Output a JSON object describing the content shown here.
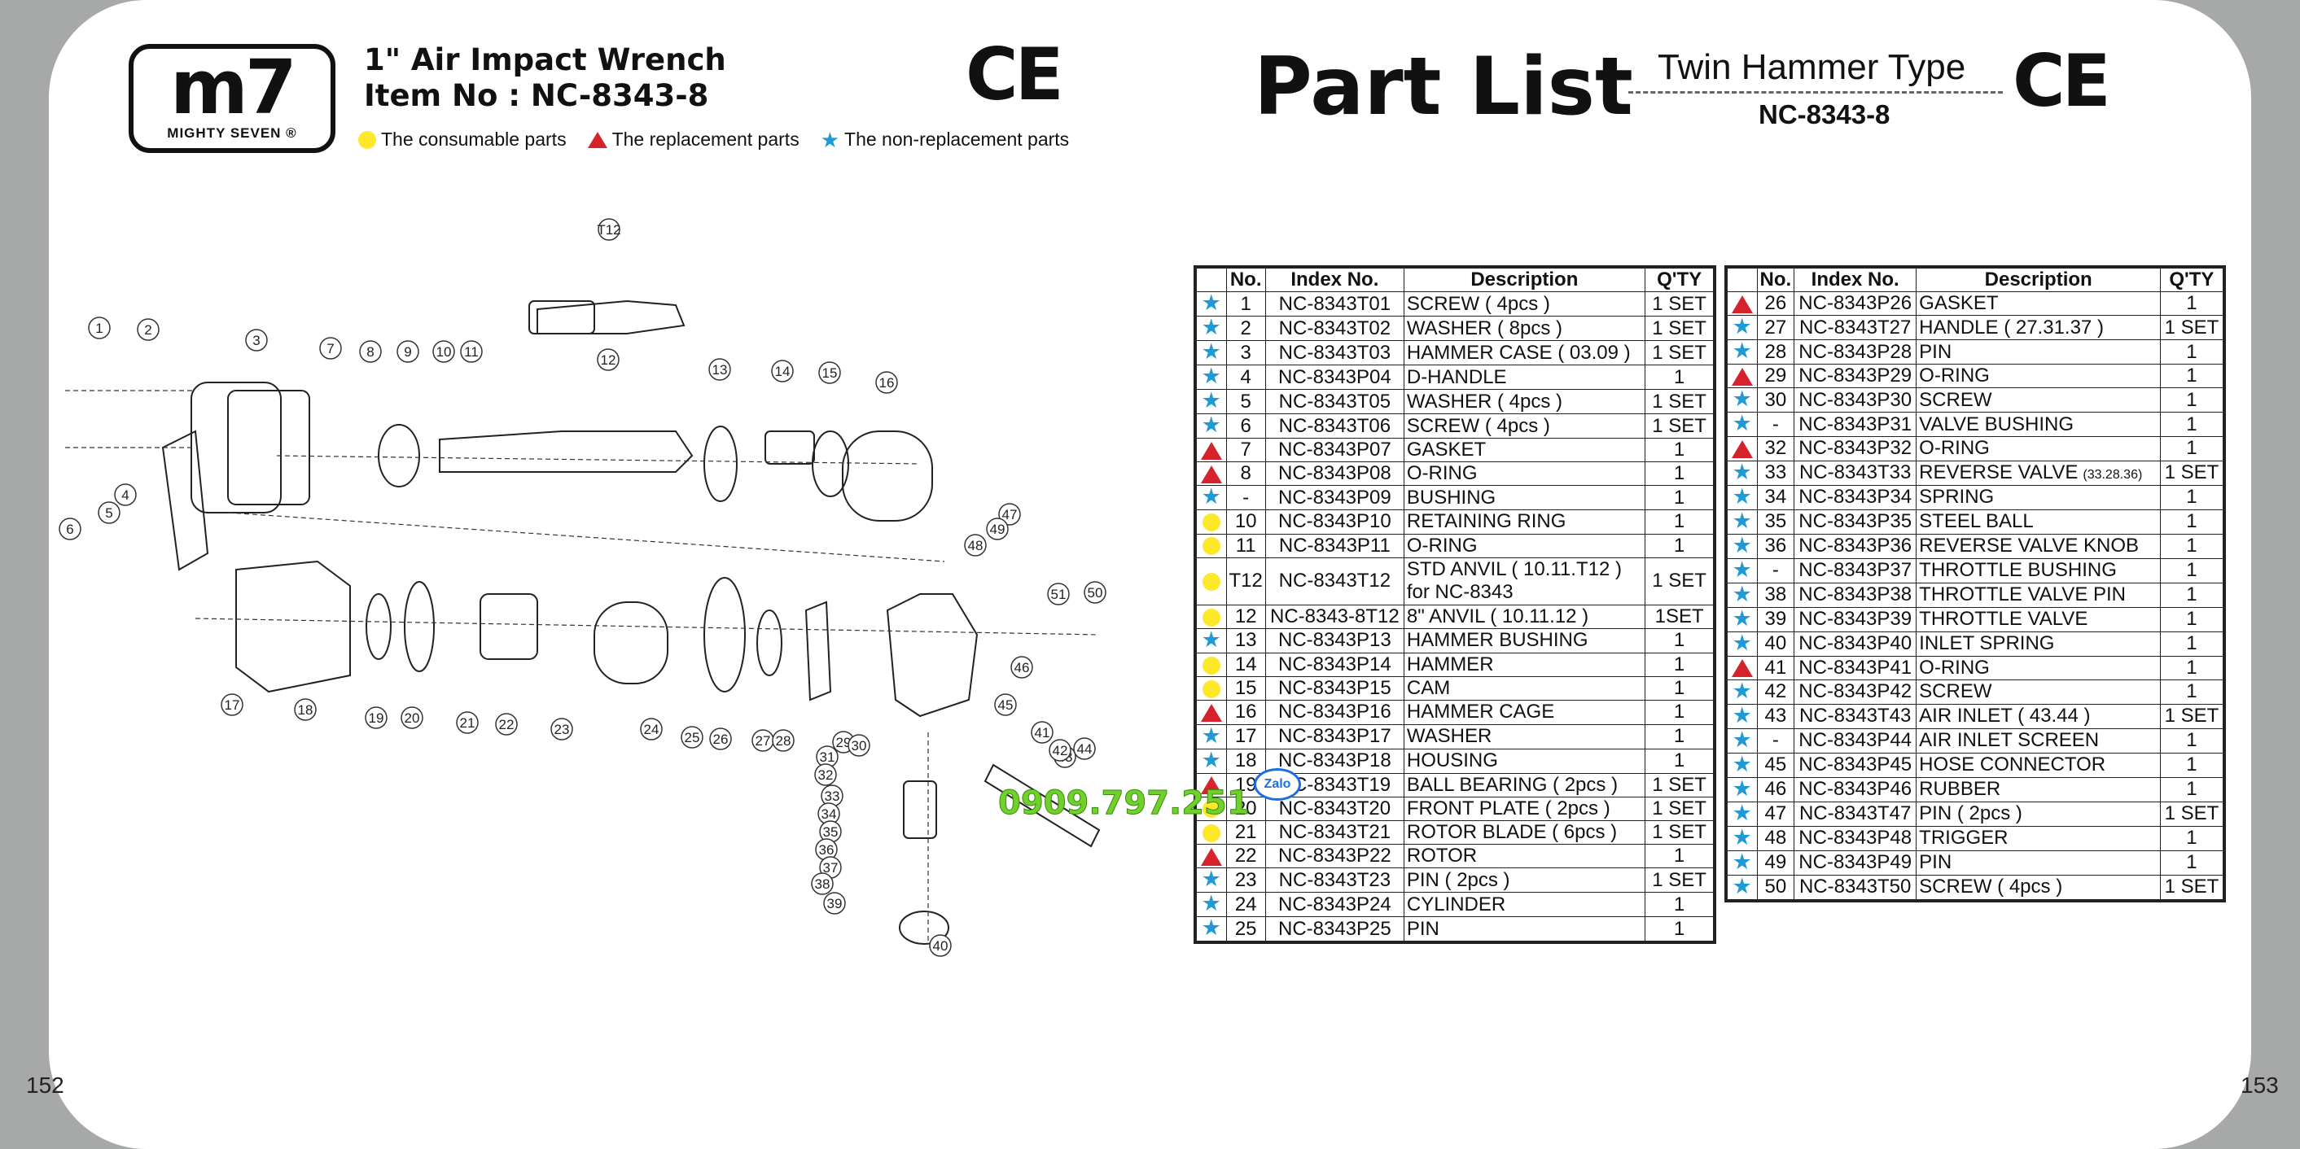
{
  "page_numbers": {
    "left": "152",
    "right": "153"
  },
  "header": {
    "logo_main": "m7",
    "logo_sub": "MIGHTY SEVEN ®",
    "product_title": "1\" Air Impact Wrench",
    "item_no": "Item No : NC-8343-8",
    "ce_mark": "CE"
  },
  "legend": {
    "consumable": "The consumable parts",
    "replacement": "The replacement parts",
    "non_replacement": "The non-replacement parts",
    "colors": {
      "consumable": "#fde829",
      "replacement": "#d6222b",
      "non_replacement": "#1f9ad7"
    }
  },
  "part_list": {
    "title": "Part List",
    "type_title": "Twin Hammer Type",
    "model": "NC-8343-8",
    "ce_mark": "CE"
  },
  "table_headers": {
    "no": "No.",
    "index": "Index No.",
    "description": "Description",
    "qty": "Q'TY"
  },
  "diagram_labels": [
    "T12",
    "1",
    "2",
    "3",
    "7",
    "8",
    "9",
    "10",
    "11",
    "12",
    "13",
    "14",
    "15",
    "16",
    "4",
    "5",
    "6",
    "47",
    "48",
    "49",
    "50",
    "51",
    "46",
    "45",
    "44",
    "43",
    "41",
    "42",
    "17",
    "18",
    "19",
    "20",
    "21",
    "22",
    "23",
    "24",
    "25",
    "26",
    "27",
    "28",
    "29",
    "30",
    "31",
    "32",
    "33",
    "34",
    "35",
    "36",
    "37",
    "38",
    "39",
    "40"
  ],
  "parts_left": [
    {
      "mark": "blue",
      "no": "1",
      "index": "NC-8343T01",
      "desc": "SCREW ( 4pcs )",
      "qty": "1 SET"
    },
    {
      "mark": "blue",
      "no": "2",
      "index": "NC-8343T02",
      "desc": "WASHER ( 8pcs )",
      "qty": "1 SET"
    },
    {
      "mark": "blue",
      "no": "3",
      "index": "NC-8343T03",
      "desc": "HAMMER CASE ( 03.09 )",
      "qty": "1 SET"
    },
    {
      "mark": "blue",
      "no": "4",
      "index": "NC-8343P04",
      "desc": "D-HANDLE",
      "qty": "1"
    },
    {
      "mark": "blue",
      "no": "5",
      "index": "NC-8343T05",
      "desc": "WASHER ( 4pcs )",
      "qty": "1 SET"
    },
    {
      "mark": "blue",
      "no": "6",
      "index": "NC-8343T06",
      "desc": "SCREW ( 4pcs )",
      "qty": "1 SET"
    },
    {
      "mark": "red",
      "no": "7",
      "index": "NC-8343P07",
      "desc": "GASKET",
      "qty": "1"
    },
    {
      "mark": "red",
      "no": "8",
      "index": "NC-8343P08",
      "desc": "O-RING",
      "qty": "1"
    },
    {
      "mark": "blue",
      "no": "-",
      "index": "NC-8343P09",
      "desc": "BUSHING",
      "qty": "1"
    },
    {
      "mark": "yellow",
      "no": "10",
      "index": "NC-8343P10",
      "desc": "RETAINING RING",
      "qty": "1"
    },
    {
      "mark": "yellow",
      "no": "11",
      "index": "NC-8343P11",
      "desc": "O-RING",
      "qty": "1"
    },
    {
      "mark": "yellow",
      "no": "T12",
      "index": "NC-8343T12",
      "desc": "STD ANVIL ( 10.11.T12 )",
      "desc2": "for NC-8343",
      "qty": "1 SET",
      "tall": true
    },
    {
      "mark": "yellow",
      "no": "12",
      "index": "NC-8343-8T12",
      "desc": "8\" ANVIL ( 10.11.12 )",
      "qty": "1SET"
    },
    {
      "mark": "blue",
      "no": "13",
      "index": "NC-8343P13",
      "desc": "HAMMER BUSHING",
      "qty": "1"
    },
    {
      "mark": "yellow",
      "no": "14",
      "index": "NC-8343P14",
      "desc": "HAMMER",
      "qty": "1"
    },
    {
      "mark": "yellow",
      "no": "15",
      "index": "NC-8343P15",
      "desc": "CAM",
      "qty": "1"
    },
    {
      "mark": "red",
      "no": "16",
      "index": "NC-8343P16",
      "desc": "HAMMER CAGE",
      "qty": "1"
    },
    {
      "mark": "blue",
      "no": "17",
      "index": "NC-8343P17",
      "desc": "WASHER",
      "qty": "1"
    },
    {
      "mark": "blue",
      "no": "18",
      "index": "NC-8343P18",
      "desc": "HOUSING",
      "qty": "1"
    },
    {
      "mark": "red",
      "no": "19",
      "index": "NC-8343T19",
      "desc": "BALL BEARING ( 2pcs )",
      "qty": "1 SET"
    },
    {
      "mark": "yellow",
      "no": "20",
      "index": "NC-8343T20",
      "desc": "FRONT  PLATE ( 2pcs )",
      "qty": "1 SET"
    },
    {
      "mark": "yellow",
      "no": "21",
      "index": "NC-8343T21",
      "desc": "ROTOR  BLADE ( 6pcs )",
      "qty": "1 SET"
    },
    {
      "mark": "red",
      "no": "22",
      "index": "NC-8343P22",
      "desc": "ROTOR",
      "qty": "1"
    },
    {
      "mark": "blue",
      "no": "23",
      "index": "NC-8343T23",
      "desc": "PIN ( 2pcs )",
      "qty": "1 SET"
    },
    {
      "mark": "blue",
      "no": "24",
      "index": "NC-8343P24",
      "desc": "CYLINDER",
      "qty": "1"
    },
    {
      "mark": "blue",
      "no": "25",
      "index": "NC-8343P25",
      "desc": "PIN",
      "qty": "1"
    }
  ],
  "parts_right": [
    {
      "mark": "red",
      "no": "26",
      "index": "NC-8343P26",
      "desc": "GASKET",
      "qty": "1"
    },
    {
      "mark": "blue",
      "no": "27",
      "index": "NC-8343T27",
      "desc": "HANDLE ( 27.31.37 )",
      "qty": "1 SET"
    },
    {
      "mark": "blue",
      "no": "28",
      "index": "NC-8343P28",
      "desc": "PIN",
      "qty": "1"
    },
    {
      "mark": "red",
      "no": "29",
      "index": "NC-8343P29",
      "desc": "O-RING",
      "qty": "1"
    },
    {
      "mark": "blue",
      "no": "30",
      "index": "NC-8343P30",
      "desc": "SCREW",
      "qty": "1"
    },
    {
      "mark": "blue",
      "no": "-",
      "index": "NC-8343P31",
      "desc": "VALVE BUSHING",
      "qty": "1"
    },
    {
      "mark": "red",
      "no": "32",
      "index": "NC-8343P32",
      "desc": "O-RING",
      "qty": "1"
    },
    {
      "mark": "blue",
      "no": "33",
      "index": "NC-8343T33",
      "desc": "REVERSE  VALVE",
      "desc_small": "(33.28.36)",
      "qty": "1 SET"
    },
    {
      "mark": "blue",
      "no": "34",
      "index": "NC-8343P34",
      "desc": "SPRING",
      "qty": "1"
    },
    {
      "mark": "blue",
      "no": "35",
      "index": "NC-8343P35",
      "desc": "STEEL BALL",
      "qty": "1"
    },
    {
      "mark": "blue",
      "no": "36",
      "index": "NC-8343P36",
      "desc": "REVERSE  VALVE KNOB",
      "qty": "1"
    },
    {
      "mark": "blue",
      "no": "-",
      "index": "NC-8343P37",
      "desc": "THROTTLE BUSHING",
      "qty": "1"
    },
    {
      "mark": "blue",
      "no": "38",
      "index": "NC-8343P38",
      "desc": "THROTTLE VALVE PIN",
      "qty": "1"
    },
    {
      "mark": "blue",
      "no": "39",
      "index": "NC-8343P39",
      "desc": "THROTTLE VALVE",
      "qty": "1"
    },
    {
      "mark": "blue",
      "no": "40",
      "index": "NC-8343P40",
      "desc": "INLET SPRING",
      "qty": "1"
    },
    {
      "mark": "red",
      "no": "41",
      "index": "NC-8343P41",
      "desc": "O-RING",
      "qty": "1"
    },
    {
      "mark": "blue",
      "no": "42",
      "index": "NC-8343P42",
      "desc": "SCREW",
      "qty": "1"
    },
    {
      "mark": "blue",
      "no": "43",
      "index": "NC-8343T43",
      "desc": "AIR INLET ( 43.44 )",
      "qty": "1 SET"
    },
    {
      "mark": "blue",
      "no": "-",
      "index": "NC-8343P44",
      "desc": "AIR INLET SCREEN",
      "qty": "1"
    },
    {
      "mark": "blue",
      "no": "45",
      "index": "NC-8343P45",
      "desc": "HOSE CONNECTOR",
      "qty": "1"
    },
    {
      "mark": "blue",
      "no": "46",
      "index": "NC-8343P46",
      "desc": "RUBBER",
      "qty": "1"
    },
    {
      "mark": "blue",
      "no": "47",
      "index": "NC-8343T47",
      "desc": "PIN ( 2pcs )",
      "qty": "1 SET"
    },
    {
      "mark": "blue",
      "no": "48",
      "index": "NC-8343P48",
      "desc": "TRIGGER",
      "qty": "1"
    },
    {
      "mark": "blue",
      "no": "49",
      "index": "NC-8343P49",
      "desc": "PIN",
      "qty": "1"
    },
    {
      "mark": "blue",
      "no": "50",
      "index": "NC-8343T50",
      "desc": "SCREW ( 4pcs )",
      "qty": "1 SET"
    }
  ],
  "watermark": {
    "phone": "0909.797.251",
    "zalo": "Zalo"
  }
}
